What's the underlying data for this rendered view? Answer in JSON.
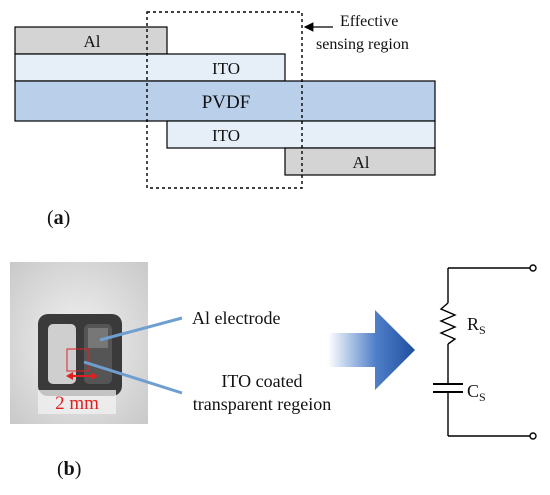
{
  "panel_a": {
    "label_prefix": "(",
    "label_letter": "a",
    "label_suffix": ")",
    "layers": {
      "al_top": "Al",
      "ito_top": "ITO",
      "pvdf": "PVDF",
      "ito_bottom": "ITO",
      "al_bottom": "Al"
    },
    "region_label_line1": "Effective",
    "region_label_line2": "sensing region",
    "colors": {
      "al": "#d4d4d4",
      "ito": "#e6eef8",
      "pvdf": "#b9cfea",
      "stroke": "#000000"
    }
  },
  "panel_b": {
    "label_prefix": "(",
    "label_letter": "b",
    "label_suffix": ")",
    "callout_al": "Al electrode",
    "callout_ito_line1": "ITO coated",
    "callout_ito_line2": "transparent regeion",
    "scale_label": "2 mm",
    "resistor_label": "R",
    "resistor_sub": "S",
    "capacitor_label": "C",
    "capacitor_sub": "S",
    "colors": {
      "arrow": "#1f4fa0",
      "callout_line": "#6f9fd0",
      "scale": "#e02020"
    }
  }
}
